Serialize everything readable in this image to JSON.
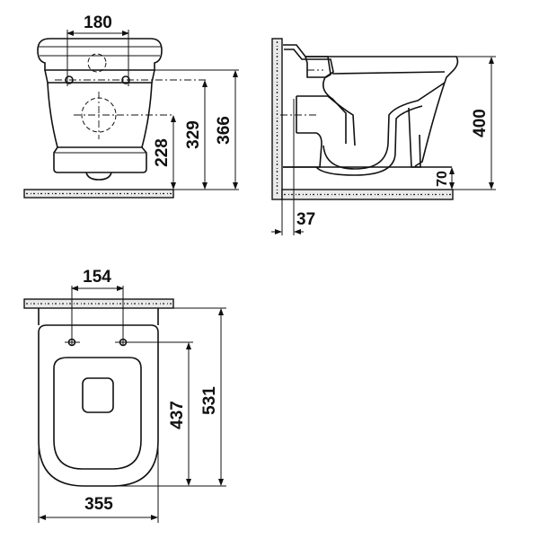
{
  "drawing": {
    "front_view": {
      "dimensions": {
        "fixing_spacing": "180",
        "waste_height": "228",
        "fixing_height": "329",
        "top_height": "366"
      }
    },
    "side_view": {
      "dimensions": {
        "total_height": "400",
        "floor_gap": "70",
        "wall_offset": "37"
      }
    },
    "top_view": {
      "dimensions": {
        "fixing_spacing": "154",
        "fixing_to_front": "437",
        "total_length": "531",
        "width": "355"
      }
    },
    "colors": {
      "line": "#111111",
      "background": "#ffffff",
      "hatch": "#e9e9e9"
    }
  }
}
